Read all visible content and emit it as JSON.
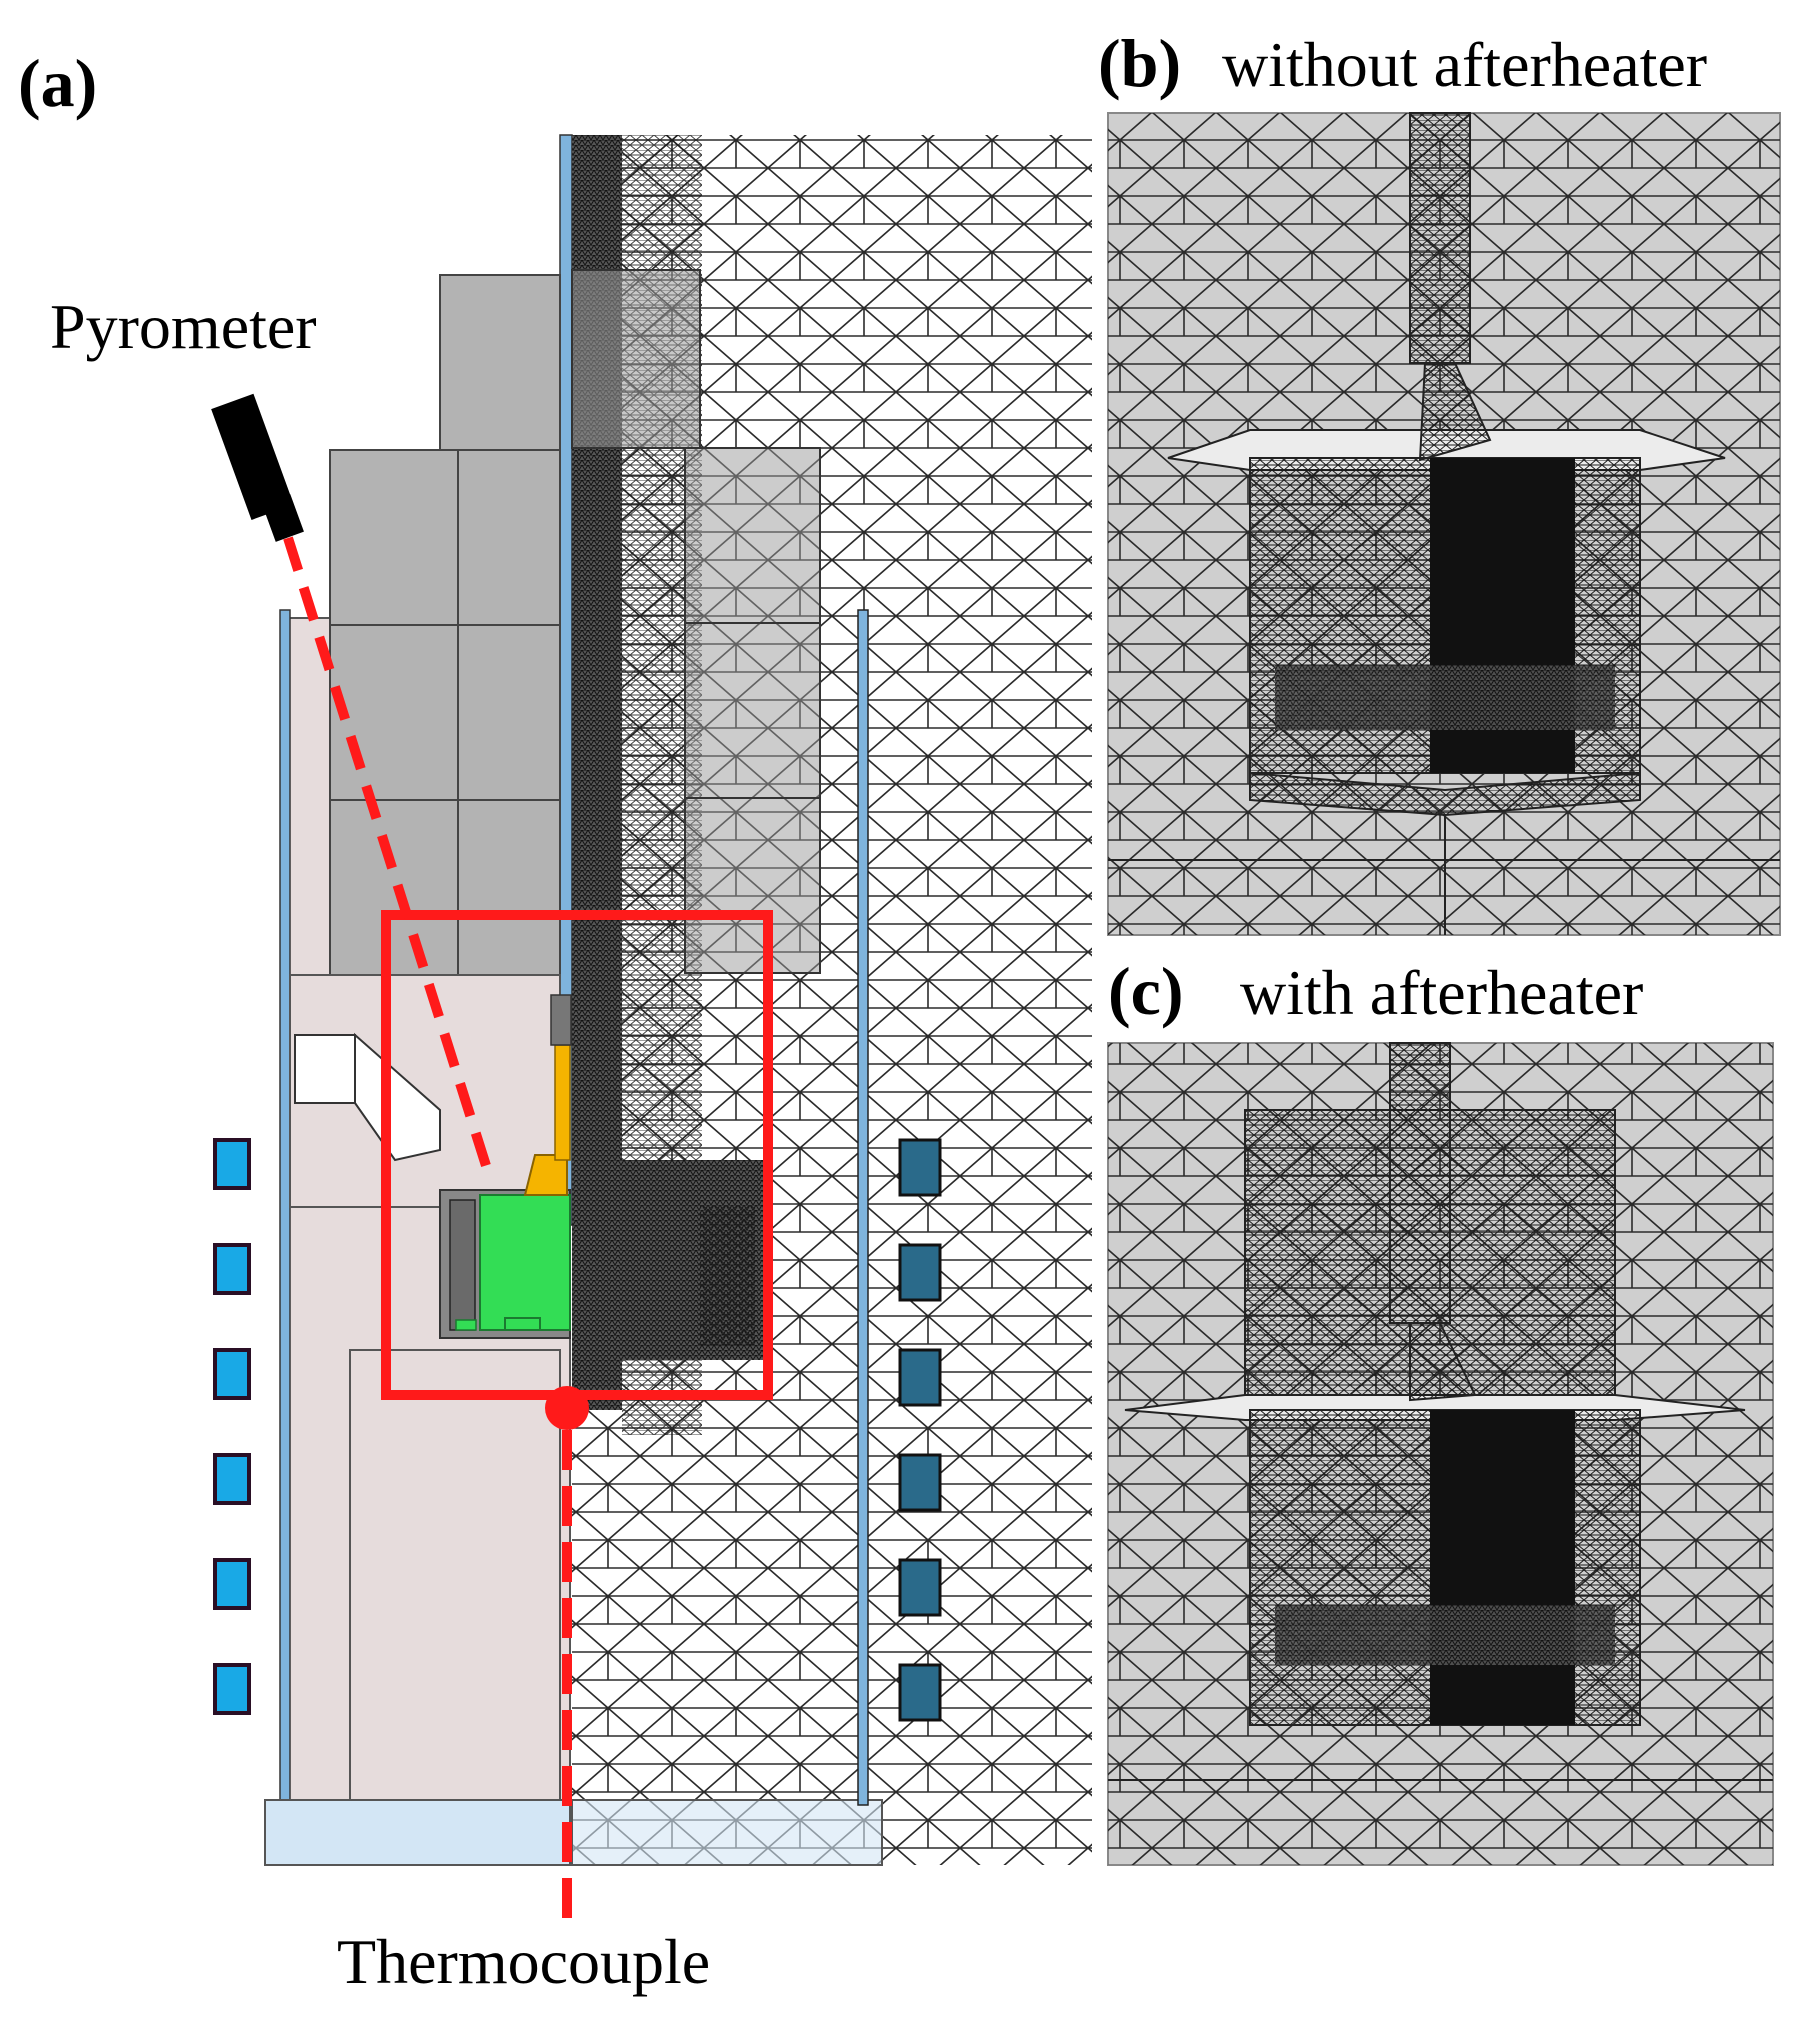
{
  "panel_a": {
    "label": "(a)"
  },
  "panel_b": {
    "label": "(b)",
    "caption": "without afterheater"
  },
  "panel_c": {
    "label": "(c)",
    "caption": "with afterheater"
  },
  "annotations": {
    "pyrometer": "Pyrometer",
    "thermocouple": "Thermocouple"
  },
  "colors": {
    "chamber": "#e6dcdc",
    "base": "#d3e6f5",
    "blocks": "#b3b3b3",
    "crystal": "#33dd55",
    "seed_holder": "#f5b400",
    "coils": "#19a9e6",
    "highlight": "#ff1a1a",
    "mesh_background": "#cfcfcf"
  },
  "icons": [
    "pyrometer-icon",
    "thermocouple-icon",
    "induction-coil-icon"
  ]
}
